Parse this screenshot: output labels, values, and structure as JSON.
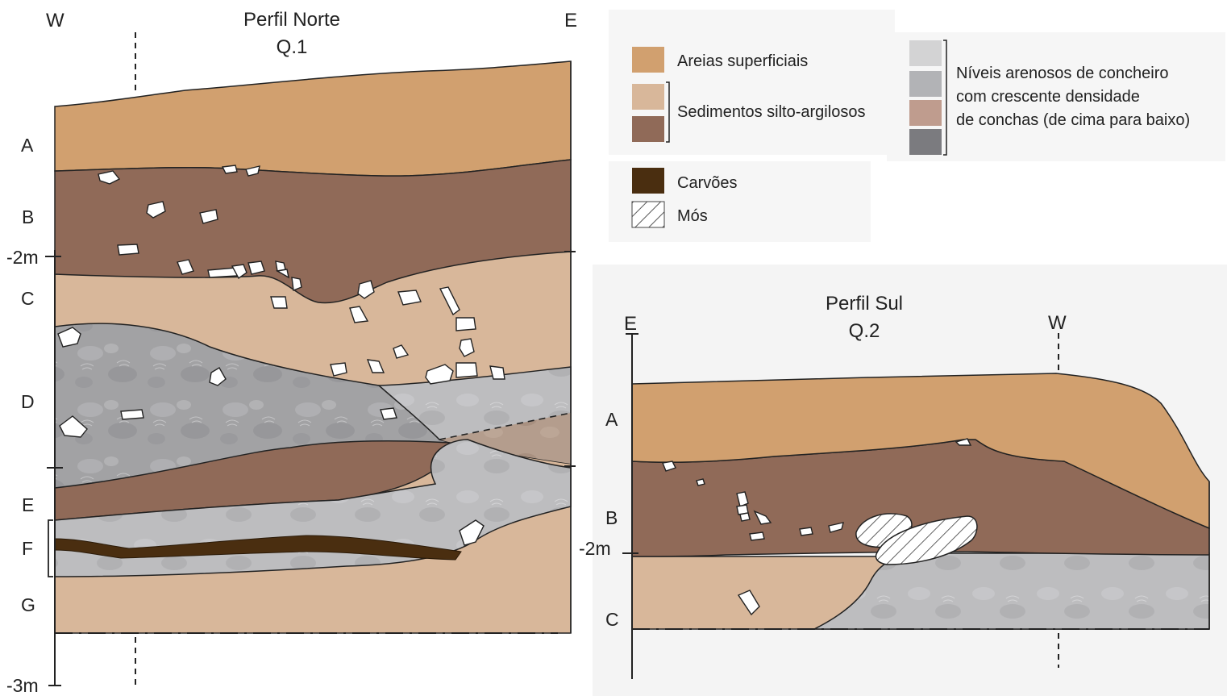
{
  "colors": {
    "areias": "#d1a06f",
    "silto_claro": "#d8b79a",
    "silto_escuro": "#906a58",
    "carvoes": "#4a2e10",
    "concheiro_1": "#d3d3d4",
    "concheiro_2": "#b2b3b6",
    "concheiro_3": "#bf9c8e",
    "concheiro_4": "#7b7b7f",
    "concheiro_fill": "#a4a4a6"
  },
  "norte": {
    "title": "Perfil Norte",
    "subtitle": "Q.1",
    "west": "W",
    "east": "E",
    "layers": [
      "A",
      "B",
      "C",
      "D",
      "E",
      "F",
      "G"
    ],
    "depth_top": "-2m",
    "depth_bottom": "-3m"
  },
  "sul": {
    "title": "Perfil Sul",
    "subtitle": "Q.2",
    "east": "E",
    "west": "W",
    "layers": [
      "A",
      "B",
      "C"
    ],
    "depth": "-2m"
  },
  "legend": {
    "areias": "Areias superficiais",
    "silto": "Sedimentos silto-argilosos",
    "carvoes": "Carvões",
    "mos": "Mós",
    "concheiro_lines": [
      "Níveis arenosos de concheiro",
      "com crescente densidade",
      "de conchas (de cima para baixo)"
    ]
  }
}
